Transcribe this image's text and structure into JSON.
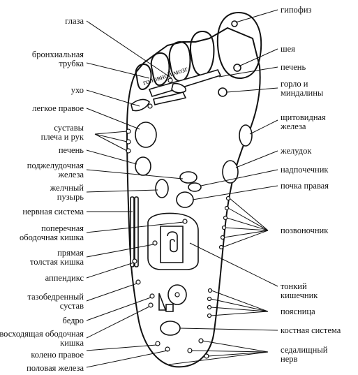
{
  "labels": {
    "glaza": "глаза",
    "bronch_1": "бронхиальная",
    "bronch_2": "трубка",
    "ukho": "ухо",
    "lung": "легкое правое",
    "joints_1": "суставы",
    "joints_2": "плеча и рук",
    "liver_left": "печень",
    "pancreas_1": "поджелудочная",
    "pancreas_2": "железа",
    "gall_1": "желчный",
    "gall_2": "пузырь",
    "nervous": "нервная система",
    "transverse_1": "поперечная",
    "transverse_2": "ободочная кишка",
    "rectum_1": "прямая",
    "rectum_2": "толстая кишка",
    "appendix": "аппендикс",
    "hip_1": "тазобедренный",
    "hip_2": "сустав",
    "thigh": "бедро",
    "ascending_1": "восходящая ободочная",
    "ascending_2": "кишка",
    "knee": "колено правое",
    "gonad": "половая железа",
    "pituitary": "гипофиз",
    "neck": "шея",
    "liver_right": "печень",
    "throat_1": "горло и",
    "throat_2": "миндалины",
    "thyroid_1": "щитовидная",
    "thyroid_2": "железа",
    "stomach": "желудок",
    "adrenal": "надпочечник",
    "kidney": "почка правая",
    "spine": "позвоночник",
    "small_int_1": "тонкий",
    "small_int_2": "кишечник",
    "lumbar": "поясница",
    "bone": "костная система",
    "sciatic_1": "седалищный",
    "sciatic_2": "нерв",
    "brain": "головной мозг"
  }
}
